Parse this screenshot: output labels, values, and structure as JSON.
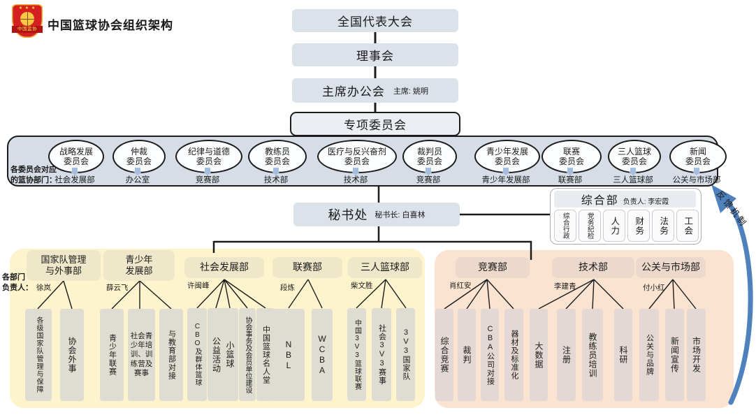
{
  "header": {
    "logo_text": "中国篮协",
    "title": "中国篮球协会组织架构"
  },
  "top_chain": {
    "congress": "全国代表大会",
    "council": "理事会",
    "chairman_office": "主席办公会",
    "chairman_note": "主席: 姚明",
    "special_committees": "专项委员会"
  },
  "committee_section": {
    "side_label": "各委员会对应\n的篮协部门：",
    "items": [
      {
        "name": "战略发展\n委员会",
        "dept": "社会发展部"
      },
      {
        "name": "仲裁\n委员会",
        "dept": "办公室"
      },
      {
        "name": "纪律与道德\n委员会",
        "dept": "竞赛部"
      },
      {
        "name": "教练员\n委员会",
        "dept": "技术部"
      },
      {
        "name": "医疗与反兴奋剂\n委员会",
        "dept": "技术部"
      },
      {
        "name": "裁判员\n委员会",
        "dept": "竞赛部"
      },
      {
        "name": "青少年发展\n委员会",
        "dept": "青少年发展部"
      },
      {
        "name": "联赛\n委员会",
        "dept": "联赛部"
      },
      {
        "name": "三人篮球\n委员会",
        "dept": "三人篮球部"
      },
      {
        "name": "新闻\n委员会",
        "dept": "公关与市场部"
      }
    ]
  },
  "secretariat": {
    "name": "秘书处",
    "note": "秘书长: 白喜林"
  },
  "general_department": {
    "name": "综合部",
    "leader": "负责人: 李宏霞",
    "units": [
      "综合行政",
      "党务纪检",
      "人力",
      "财务",
      "法务",
      "工会"
    ]
  },
  "feedback": {
    "label": "反馈机制"
  },
  "departments": {
    "side_label": "各部门\n负责人：",
    "groups": [
      {
        "name": "国家队管理\n与外事部",
        "leader": "徐岚",
        "children": [
          "各级国家队管理与保障",
          "协会外事"
        ]
      },
      {
        "name": "青少年\n发展部",
        "leader": "薛云飞",
        "children": [
          "青少年联赛",
          "社会青少年培训、训练营及赛事",
          "与教育部对接"
        ]
      },
      {
        "name": "社会发展部",
        "leader": "许闽峰",
        "children": [
          "CBO及群体篮球",
          "公益活动",
          "小篮球",
          "协会事务及会员单位建设",
          "中国篮球名人堂"
        ]
      },
      {
        "name": "联赛部",
        "leader": "段炼",
        "children": [
          "NBL",
          "WCBA"
        ]
      },
      {
        "name": "三人篮球部",
        "leader": "柴文胜",
        "children": [
          "中国3V3篮球联赛",
          "社会3V3赛事",
          "3V3国家队"
        ]
      },
      {
        "name": "竞赛部",
        "leader": "肖红安",
        "children": [
          "综合竞赛",
          "裁判",
          "CBA公司对接",
          "器材及标准化"
        ]
      },
      {
        "name": "技术部",
        "leader": "李建青",
        "children": [
          "大数据",
          "注册",
          "教练员培训",
          "科研"
        ]
      },
      {
        "name": "公关与市场部",
        "leader": "付小红",
        "children": [
          "公关与品牌",
          "新闻宣传",
          "市场开发"
        ]
      }
    ]
  },
  "colors": {
    "committee_band": "#d6dde6",
    "node_fill": "#dce2ea",
    "mapping_arrow": "#a6bedd",
    "left_region": "#fdf3cd",
    "right_region": "#fae3d0",
    "left_header": "#eee7ca",
    "right_header": "#ecd9cb",
    "left_column": "#dfddd2",
    "right_column": "#e3d8d4",
    "feedback_arrow": "#4f81bd"
  }
}
